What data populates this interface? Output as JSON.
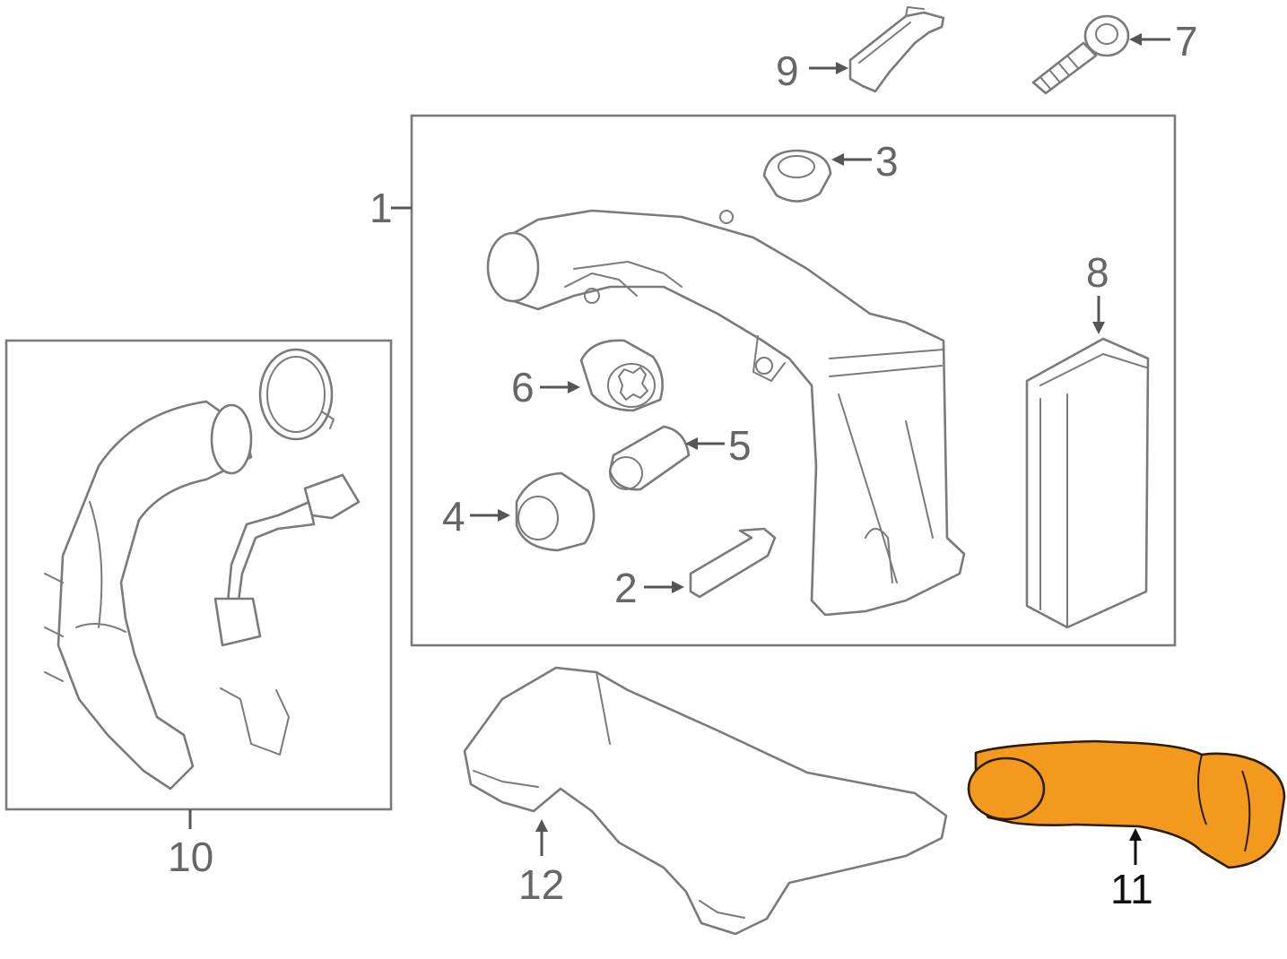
{
  "colors": {
    "line": "#7a7a7a",
    "label": "#666666",
    "highlight": "#f39a1e",
    "highlight_stroke": "#2a1c05",
    "highlight_label": "#111111"
  },
  "callouts": {
    "c1": "1",
    "c2": "2",
    "c3": "3",
    "c4": "4",
    "c5": "5",
    "c6": "6",
    "c7": "7",
    "c8": "8",
    "c9": "9",
    "c10": "10",
    "c11": "11",
    "c12": "12"
  },
  "highlighted_part": "11"
}
